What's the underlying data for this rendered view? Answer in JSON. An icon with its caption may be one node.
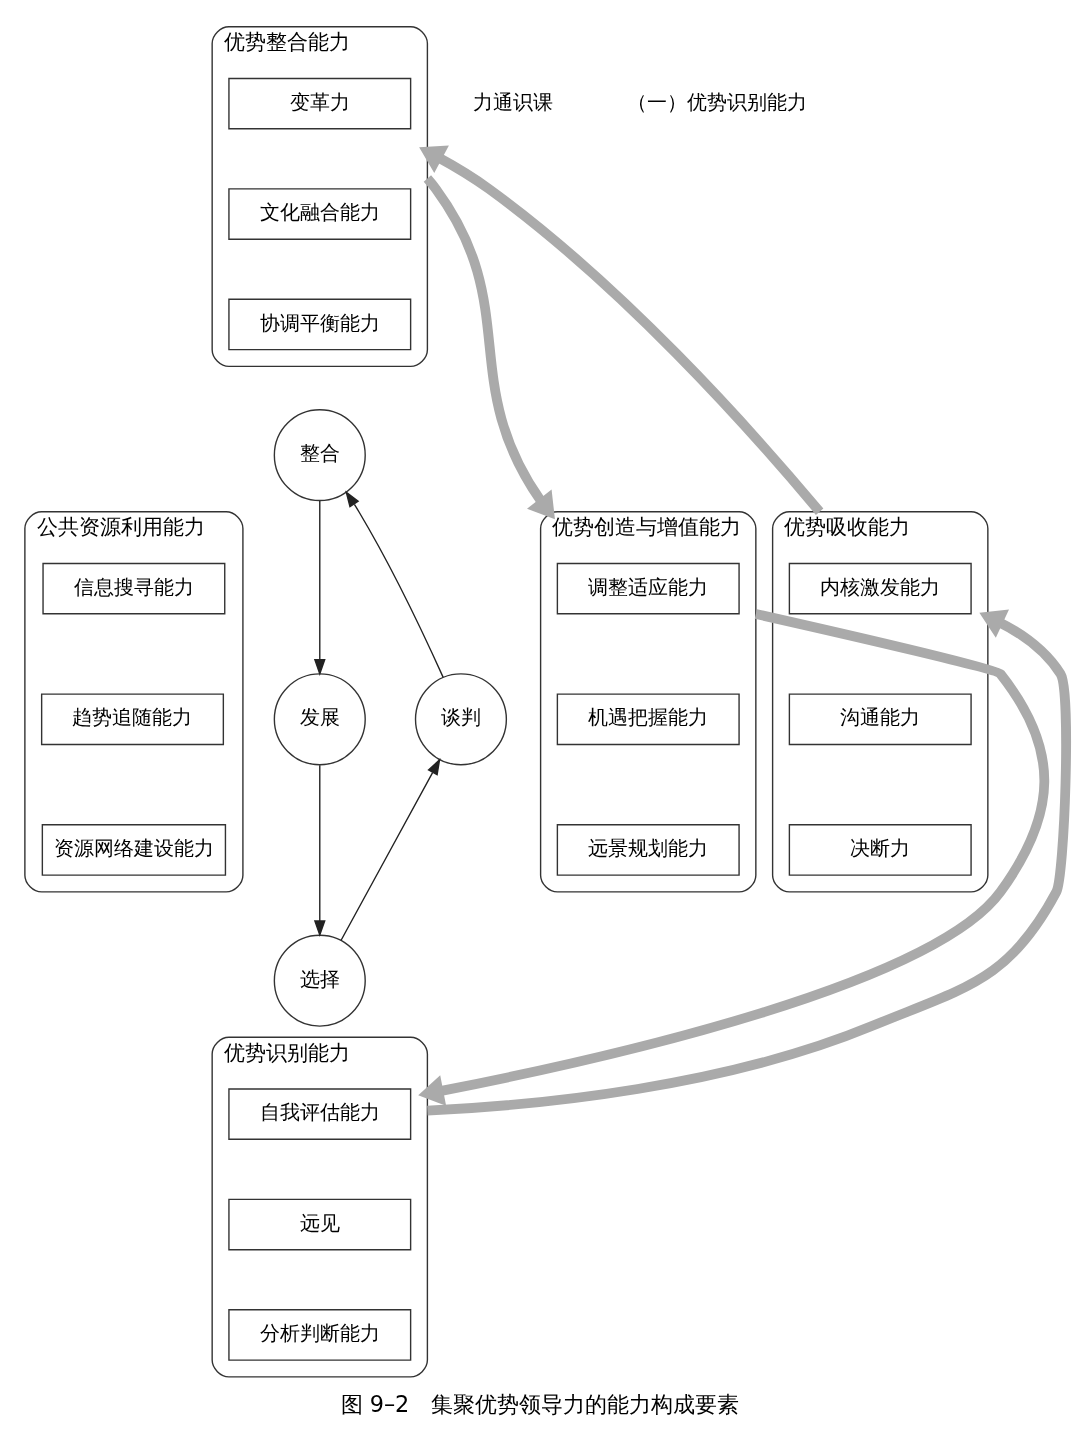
{
  "diagram": {
    "caption": "图 9–2　集聚优势领导力的能力构成要素",
    "nodes": [
      {
        "text": [
          "优势整合能力"
        ]
      },
      {
        "text": [
          "变革力"
        ],
        "in": 0
      },
      {
        "text": [
          "文化融合能力"
        ],
        "in": 0
      },
      {
        "text": [
          "协调平衡能力"
        ],
        "in": 0
      },
      {
        "text": [
          "整合"
        ]
      },
      {
        "text": [
          "优势吸收能力"
        ]
      },
      {
        "text": [
          "内核激发能力"
        ],
        "in": 5
      },
      {
        "text": [
          "沟通能力"
        ],
        "in": 5
      },
      {
        "text": [
          "决断力"
        ],
        "in": 5
      },
      {
        "text": [
          "公共资源利用能力"
        ]
      },
      {
        "text": [
          "信息搜寻能力"
        ],
        "in": 9
      },
      {
        "text": [
          "趋势追随能力"
        ],
        "in": 9
      },
      {
        "text": [
          "资源网络建设能力"
        ],
        "in": 9
      },
      {
        "text": [
          "谈判"
        ]
      },
      {
        "text": [
          "优势创造与增值能力"
        ]
      },
      {
        "text": [
          "调整适应能力"
        ],
        "in": 14
      },
      {
        "text": [
          "机遇把握能力"
        ],
        "in": 14
      },
      {
        "text": [
          "远景规划能力"
        ],
        "in": 14
      },
      {
        "text": [
          "发展"
        ]
      },
      {
        "text": [
          "选择"
        ]
      },
      {
        "text": [
          "优势识别能力"
        ]
      },
      {
        "text": [
          "自我评估能力"
        ],
        "in": 20
      },
      {
        "text": [
          "远见"
        ],
        "in": 20
      },
      {
        "text": [
          "分析判断能力"
        ],
        "in": 20
      }
    ],
    "edges": [
      {
        "from": 13,
        "to": 4,
        "arrow": "to"
      },
      {
        "from": 4,
        "to": 18,
        "arrow": "to"
      },
      {
        "from": 18,
        "to": 19,
        "arrow": "to"
      },
      {
        "from": 19,
        "to": 13,
        "arrow": "to"
      },
      {
        "from": 20,
        "to": 5,
        "arrow": "to",
        "style": "thick",
        "color": "#aaaaaa"
      },
      {
        "from": 5,
        "to": 0,
        "arrow": "to",
        "style": "thick",
        "color": "#aaaaaa"
      },
      {
        "from": 0,
        "to": 14,
        "arrow": "to",
        "style": "thick",
        "color": "#aaaaaa"
      },
      {
        "from": 14,
        "to": 20,
        "arrow": "to",
        "style": "thick",
        "color": "#aaaaaa"
      }
    ],
    "labels": [
      "力通识课",
      "（一）优势识别能力"
    ]
  }
}
